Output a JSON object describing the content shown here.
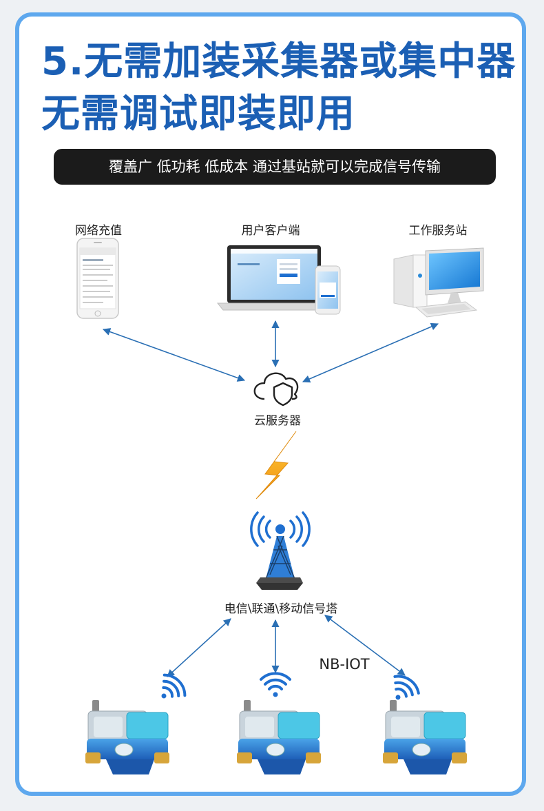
{
  "title": {
    "line1": "5.无需加装采集器或集中器",
    "line2": "无需调试即装即用"
  },
  "banner": "覆盖广 低功耗 低成本 通过基站就可以完成信号传输",
  "nodes": {
    "online_recharge": "网络充值",
    "user_client": "用户客户端",
    "workstation": "工作服务站",
    "cloud_server": "云服务器",
    "signal_tower": "电信\\联通\\移动信号塔"
  },
  "protocol": "NB-IOT",
  "colors": {
    "title": "#1b5fb4",
    "border": "#5ea8ee",
    "arrow": "#2a6fb4",
    "wifi": "#1f6fd0",
    "lightning": "#f5b81c"
  }
}
